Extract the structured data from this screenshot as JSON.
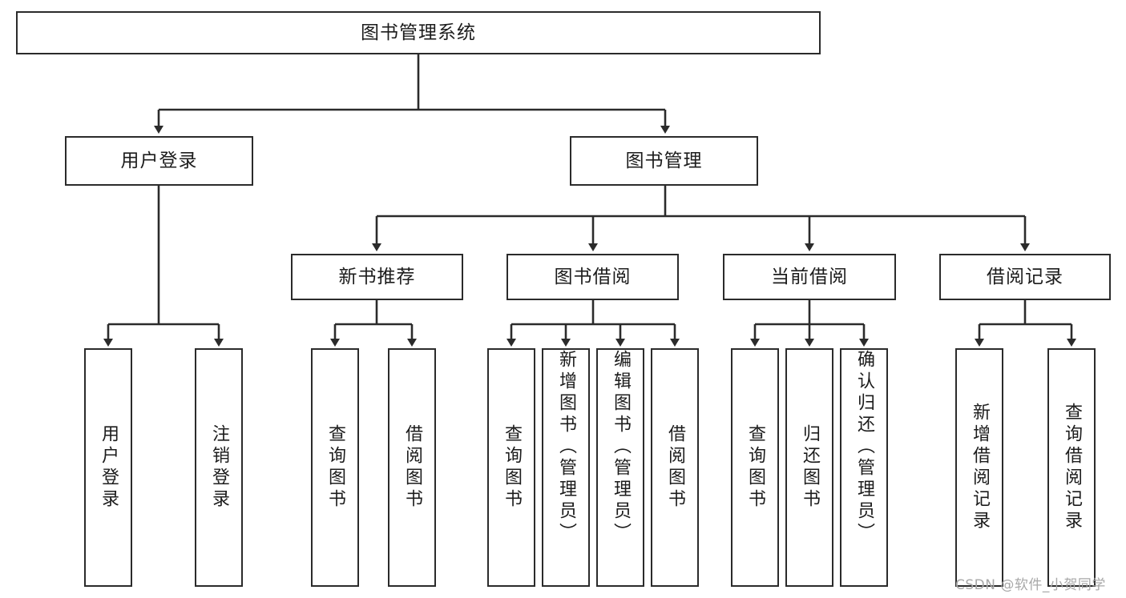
{
  "diagram": {
    "title": "图书管理系统",
    "type": "tree-hierarchy-diagram",
    "colors": {
      "box_border": "#2b2b2b",
      "box_fill": "#ffffff",
      "connector": "#2b2b2b",
      "background": "#ffffff",
      "watermark": "#a8a8a8"
    }
  },
  "root": {
    "label": "图书管理系统"
  },
  "level2": [
    {
      "label": "用户登录"
    },
    {
      "label": "图书管理"
    }
  ],
  "level3": [
    {
      "label": "新书推荐"
    },
    {
      "label": "图书借阅"
    },
    {
      "label": "当前借阅"
    },
    {
      "label": "借阅记录"
    }
  ],
  "leaves": {
    "user_login": [
      {
        "label": "用户登录"
      },
      {
        "label": "注销登录"
      }
    ],
    "new_book_recommend": [
      {
        "label": "查询图书"
      },
      {
        "label": "借阅图书"
      }
    ],
    "book_borrow": [
      {
        "label": "查询图书"
      },
      {
        "label": "新增图书（管理员）"
      },
      {
        "label": "编辑图书（管理员）"
      },
      {
        "label": "借阅图书"
      }
    ],
    "current_borrow": [
      {
        "label": "查询图书"
      },
      {
        "label": "归还图书"
      },
      {
        "label": "确认归还（管理员）"
      }
    ],
    "borrow_record": [
      {
        "label": "新增借阅记录"
      },
      {
        "label": "查询借阅记录"
      }
    ]
  },
  "watermark": {
    "text": "CSDN @软件_小贺同学"
  }
}
